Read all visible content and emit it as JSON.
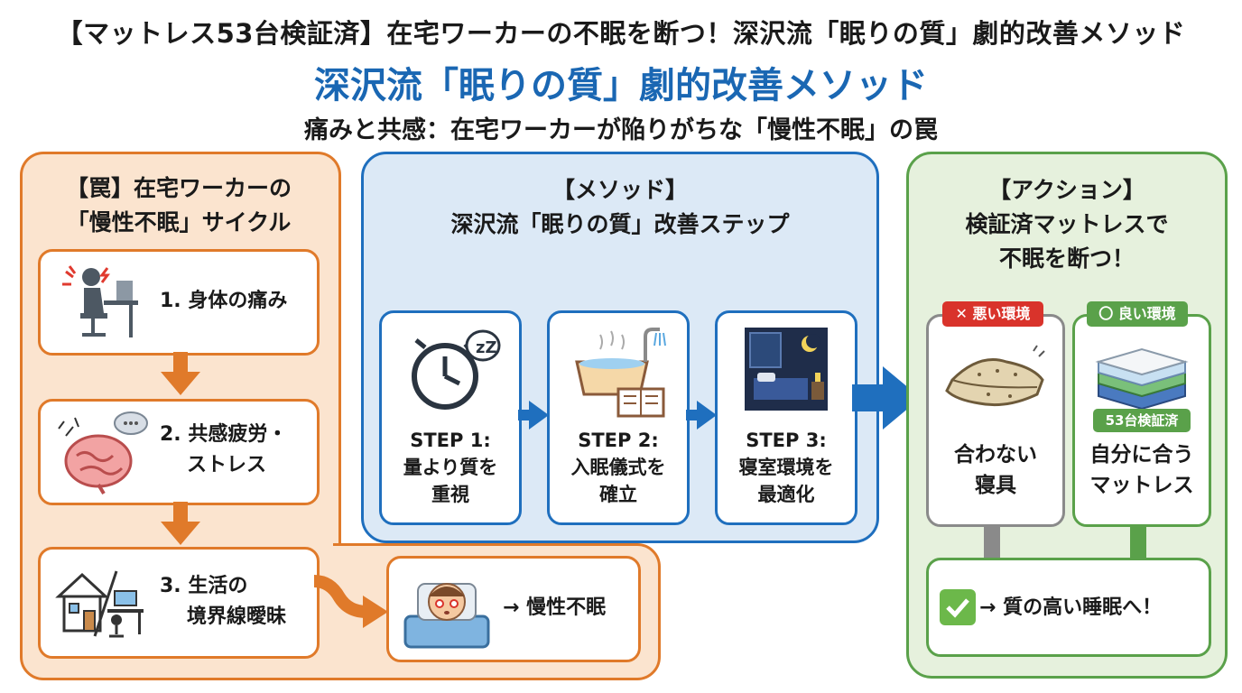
{
  "header": {
    "top_title": "【マットレス53台検証済】在宅ワーカーの不眠を断つ！深沢流「眠りの質」劇的改善メソッド",
    "main_title": "深沢流「眠りの質」劇的改善メソッド",
    "subtitle": "痛みと共感：在宅ワーカーが陥りがちな「慢性不眠」の罠"
  },
  "trap": {
    "title_line1": "【罠】在宅ワーカーの",
    "title_line2": "「慢性不眠」サイクル",
    "steps": [
      {
        "line1": "1. 身体の痛み",
        "line2": "",
        "icon": "desk-pain-icon"
      },
      {
        "line1": "2. 共感疲労・",
        "line2": "ストレス",
        "icon": "brain-icon"
      },
      {
        "line1": "3. 生活の",
        "line2": "境界線曖昧",
        "icon": "home-office-icon"
      }
    ],
    "result": "→ 慢性不眠",
    "result_icon": "sleepless-person-icon"
  },
  "method": {
    "title_line1": "【メソッド】",
    "title_line2": "深沢流「眠りの質」改善ステップ",
    "steps": [
      {
        "line1": "STEP 1:",
        "line2": "量より質を",
        "line3": "重視",
        "icon": "clock-zzz-icon"
      },
      {
        "line1": "STEP 2:",
        "line2": "入眠儀式を",
        "line3": "確立",
        "icon": "bath-book-icon"
      },
      {
        "line1": "STEP 3:",
        "line2": "寝室環境を",
        "line3": "最適化",
        "icon": "bedroom-icon"
      }
    ]
  },
  "action": {
    "title_line1": "【アクション】",
    "title_line2": "検証済マットレスで",
    "title_line3": "不眠を断つ！",
    "bad": {
      "badge": "✕ 悪い環境",
      "line1": "合わない",
      "line2": "寝具",
      "icon": "worn-mattress-icon"
    },
    "good": {
      "badge": "〇 良い環境",
      "tag": "53台検証済",
      "line1": "自分に合う",
      "line2": "マットレス",
      "icon": "mattress-layers-icon"
    },
    "result": "→ 質の高い睡眠へ！",
    "result_icon": "check-icon"
  },
  "colors": {
    "accent_blue": "#1a67b3",
    "orange": "#e07a2a",
    "green": "#5aa14a",
    "badge_red": "#d9332b"
  }
}
